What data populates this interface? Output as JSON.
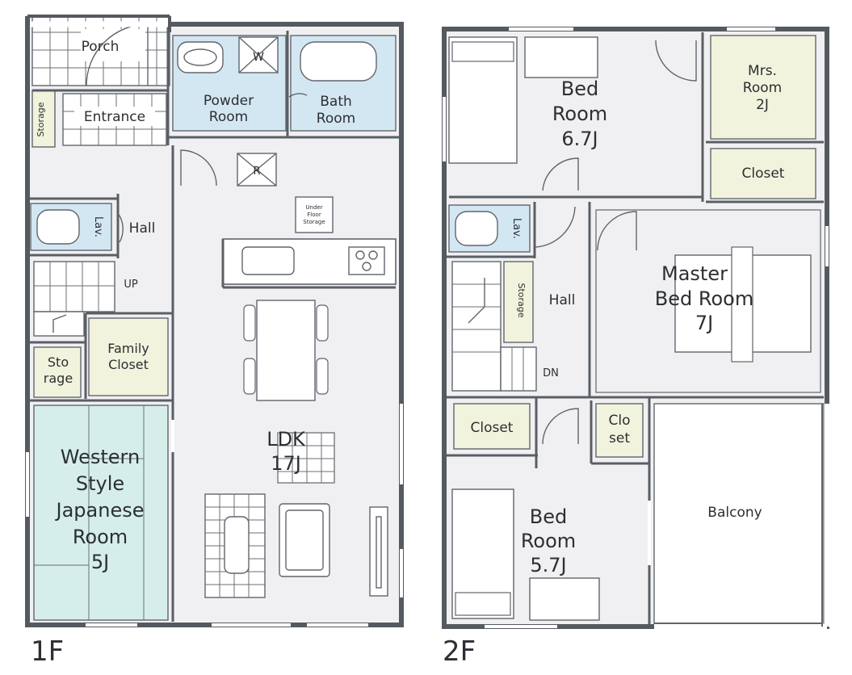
{
  "floors": {
    "first": {
      "floor_label": "1F",
      "rooms": {
        "porch": "Porch",
        "entrance": "Entrance",
        "storage_side": "Storage",
        "powder_room": [
          "Powder",
          "Room"
        ],
        "washer": "W",
        "bath_room": [
          "Bath",
          "Room"
        ],
        "fridge": "R",
        "under_floor_storage": [
          "Under",
          "Floor",
          "Storage"
        ],
        "lav": "Lav.",
        "hall": "Hall",
        "stairs_up": "UP",
        "family_closet": [
          "Family",
          "Closet"
        ],
        "storage": [
          "Sto",
          "rage"
        ],
        "western_room": [
          "Western",
          "Style",
          "Japanese",
          "Room",
          "5J"
        ],
        "ldk": [
          "LDK",
          "17J"
        ]
      }
    },
    "second": {
      "floor_label": "2F",
      "rooms": {
        "bed_room_1": [
          "Bed",
          "Room",
          "6.7J"
        ],
        "mrs_room": [
          "Mrs.",
          "Room",
          "2J"
        ],
        "closet_1": "Closet",
        "lav": "Lav.",
        "storage": "Storage",
        "hall": "Hall",
        "master_bed_room": [
          "Master",
          "Bed Room",
          "7J"
        ],
        "stairs_down": "DN",
        "closet_2": "Closet",
        "closet_3": [
          "Clo",
          "set"
        ],
        "bed_room_2": [
          "Bed",
          "Room",
          "5.7J"
        ],
        "balcony": "Balcony"
      }
    }
  },
  "colors": {
    "wall": "#555a60",
    "wet_area": "#d3e7f3",
    "storage": "#f2f3dc",
    "tatami": "#d6eee9",
    "floor": "#f0f0f2",
    "text": "#2c2f33"
  }
}
